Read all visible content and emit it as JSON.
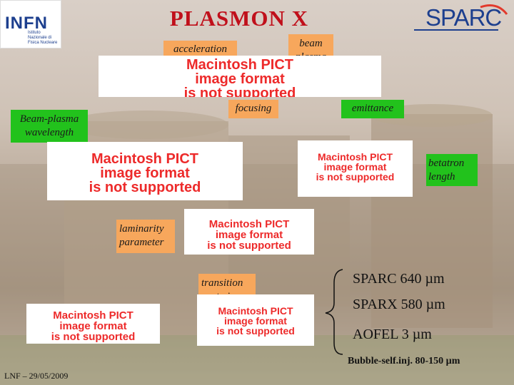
{
  "title": "PLASMON X",
  "logos": {
    "infn_text": "INFN",
    "infn_subtitle": "Istituto Nazionale di Fisica Nucleare",
    "sparc_text": "SPARC"
  },
  "labels": {
    "acceleration": "acceleration",
    "beam_plasma": "beam plasma",
    "focusing": "focusing",
    "emittance": "emittance",
    "beam_plasma_wavelength": "Beam-plasma wavelength",
    "betatron_length": "betatron length",
    "laminarity_parameter": "laminarity parameter",
    "transition_spot_size": "transition spot-size"
  },
  "pict_placeholder": {
    "line1": "Macintosh PICT",
    "line2": "image format",
    "line3": "is not supported"
  },
  "results": {
    "sparc": "SPARC  640 µm",
    "sparx": "SPARX 580 µm",
    "aofel": "AOFEL 3  µm",
    "bubble": "Bubble-self.inj. 80-150 µm"
  },
  "footer": "LNF – 29/05/2009",
  "colors": {
    "title": "#c0101b",
    "orange_label": "#f7a75c",
    "green_label": "#22c21c",
    "pict_text": "#ed2a2a"
  }
}
